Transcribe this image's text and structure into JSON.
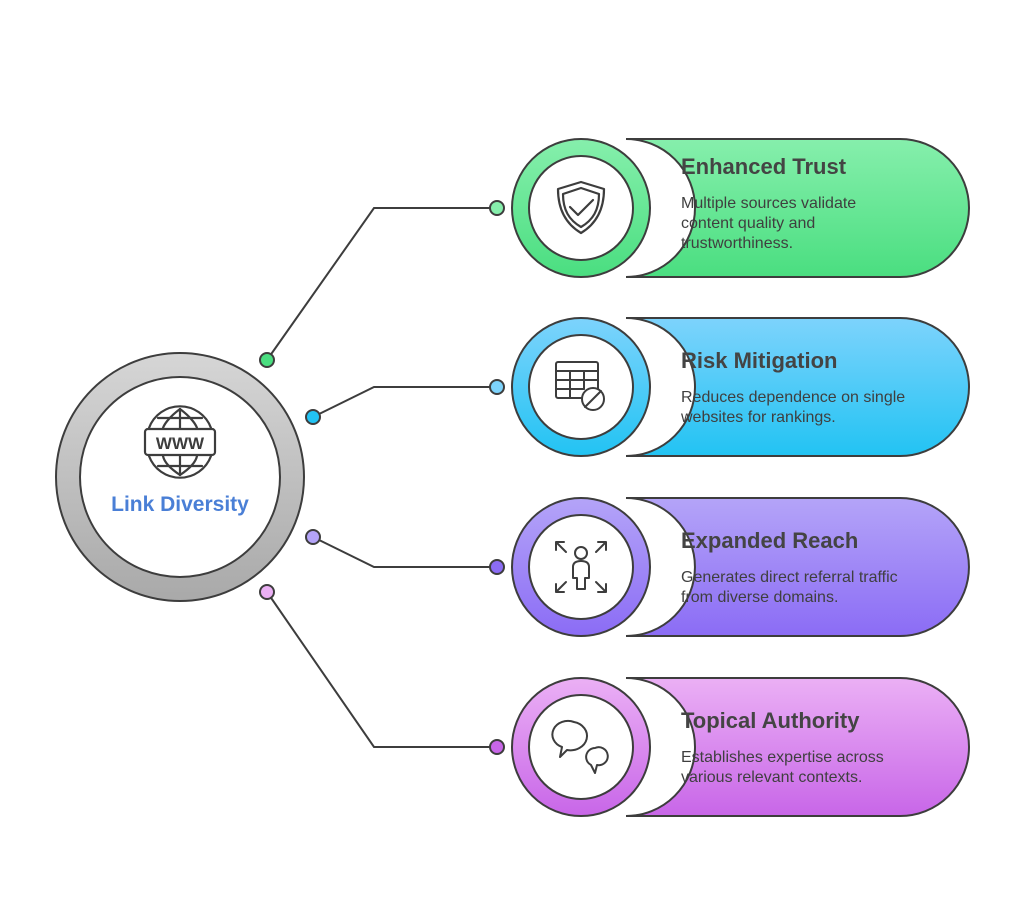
{
  "hub": {
    "label": "Link Diversity",
    "icon": "www-globe-icon",
    "icon_text": "WWW",
    "label_color": "#4a7fd6"
  },
  "items": [
    {
      "title": "Enhanced Trust",
      "description": "Multiple sources validate content quality and trustworthiness.",
      "icon": "shield-check-icon",
      "color_light": "#86efac",
      "color_dark": "#4ade80"
    },
    {
      "title": "Risk Mitigation",
      "description": "Reduces dependence on single websites for rankings.",
      "icon": "table-blocked-icon",
      "color_light": "#7dd3fc",
      "color_dark": "#22c3f3"
    },
    {
      "title": "Expanded Reach",
      "description": "Generates direct referral traffic from diverse domains.",
      "icon": "person-expand-arrows-icon",
      "color_light": "#b4a4f8",
      "color_dark": "#8b6cf5"
    },
    {
      "title": "Topical Authority",
      "description": "Establishes expertise across various relevant contexts.",
      "icon": "chat-bubbles-icon",
      "color_light": "#ebb0f5",
      "color_dark": "#c866e8"
    }
  ]
}
